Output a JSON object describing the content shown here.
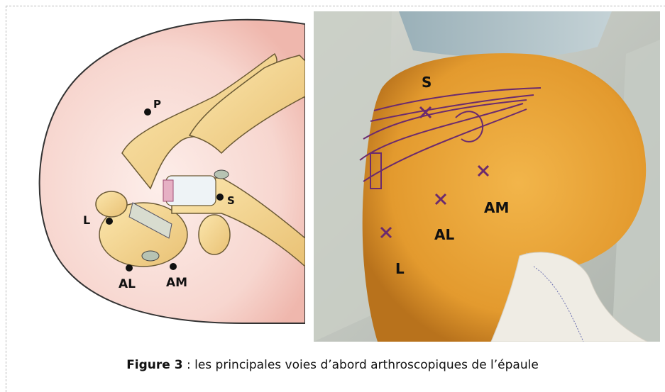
{
  "left_illustration": {
    "labels": {
      "P": "P",
      "L": "L",
      "S": "S",
      "AL": "AL",
      "AM": "AM"
    }
  },
  "right_photo": {
    "labels": {
      "S": "S",
      "AM": "AM",
      "AL": "AL",
      "L": "L"
    }
  },
  "caption": {
    "figure_label": "Figure 3",
    "text": " : les principales voies d’abord arthroscopiques de l’épaule"
  },
  "colors": {
    "skin_pink": "#f7d4ce",
    "bone": "#f2d28a",
    "photo_skin": "#e8a336",
    "marker": "#6b2a6e"
  }
}
